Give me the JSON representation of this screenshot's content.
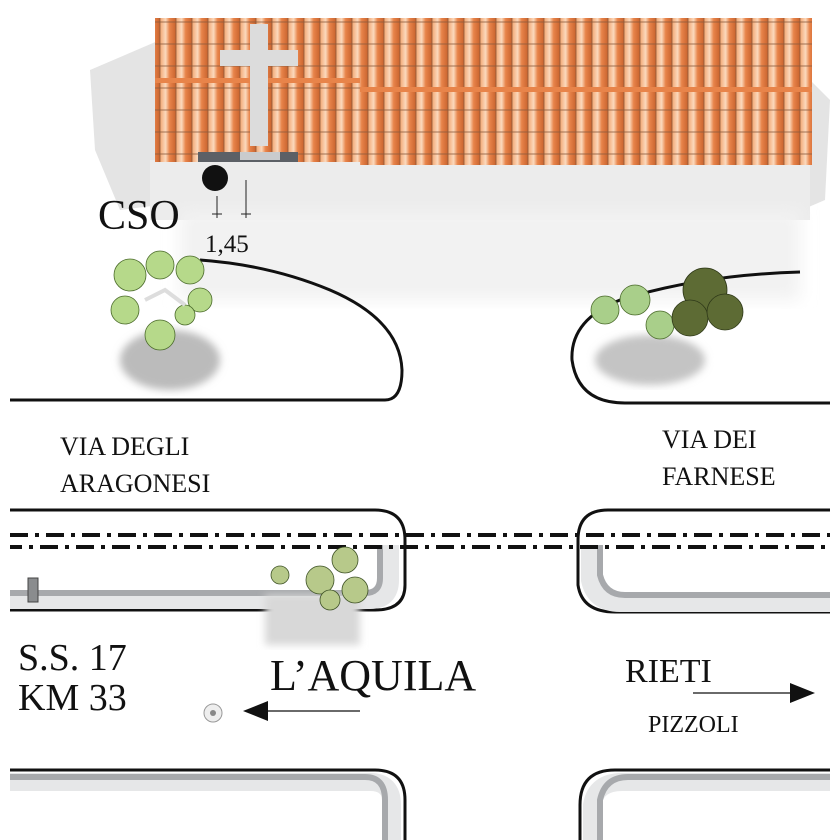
{
  "labels": {
    "cso": "CSO",
    "distance": "1,45",
    "street_left_line1": "VIA DEGLI",
    "street_left_line2": "ARAGONESI",
    "street_right_line1": "VIA DEI",
    "street_right_line2": "FARNESE",
    "road_number": "S.S. 17",
    "road_km": "KM 33",
    "direction_left": "L’AQUILA",
    "direction_right": "RIETI",
    "direction_right_sub": "PIZZOLI"
  },
  "colors": {
    "roof_tile": "#e8844a",
    "roof_line": "#8a5a3c",
    "cross": "#dcdcdc",
    "road_band": "#e6e7e8",
    "road_stripe": "#a7a9ac",
    "tree_light": "#b6d98a",
    "tree_dark": "#5d6b34"
  }
}
